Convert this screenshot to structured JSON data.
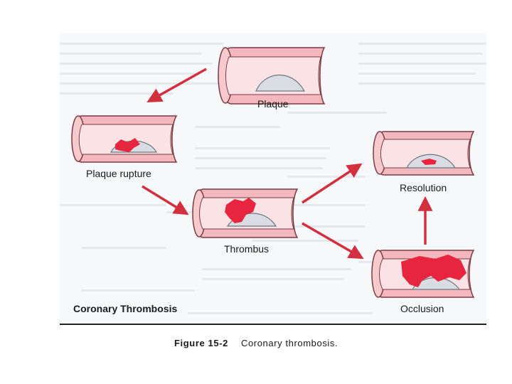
{
  "labels": {
    "plaque": "Plaque",
    "plaque_rupture": "Plaque rupture",
    "thrombus": "Thrombus",
    "resolution": "Resolution",
    "occlusion": "Occlusion",
    "diagram_title": "Coronary Thrombosis"
  },
  "caption": {
    "figure_number": "Figure 15-2",
    "text": "Coronary thrombosis."
  },
  "colors": {
    "vessel_wall": "#f2b8bd",
    "vessel_outline": "#7a3a44",
    "lumen": "#fbe3e5",
    "plaque": "#d9dde3",
    "clot": "#e8253f",
    "arrow": "#d2303f"
  }
}
